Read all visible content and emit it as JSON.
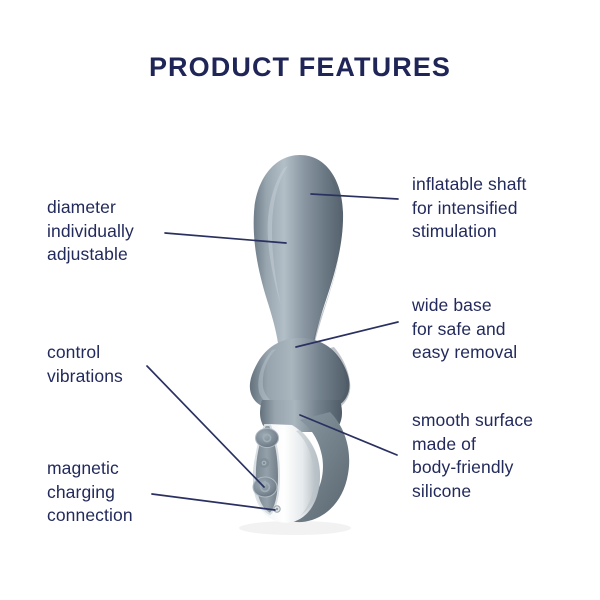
{
  "page": {
    "title": "PRODUCT FEATURES",
    "background_color": "#ffffff",
    "text_color": "#222a5c",
    "title_color": "#1f2557",
    "leader_line_color": "#2a3160"
  },
  "product": {
    "name": "inflatable-anal-vibrator",
    "shaft_color": "#7f8e9b",
    "shaft_shadow_color": "#4e5a66",
    "shaft_highlight_color": "#b9c4cc",
    "handle_color": "#f4f6f7",
    "handle_shadow_color": "#9aa6ae",
    "button_panel_color": "#8d99a4",
    "button_color": "#7c8a96",
    "ring_color": "#7f8e9b"
  },
  "callouts": {
    "left": [
      {
        "id": "diameter-individually-adjustable",
        "lines": [
          "diameter",
          "individually",
          "adjustable"
        ]
      },
      {
        "id": "control-vibrations",
        "lines": [
          "control",
          "vibrations"
        ]
      },
      {
        "id": "magnetic-charging-connection",
        "lines": [
          "magnetic",
          "charging",
          "connection"
        ]
      }
    ],
    "right": [
      {
        "id": "inflatable-shaft-for-intensified-stimulation",
        "lines": [
          "inflatable shaft",
          "for intensified",
          "stimulation"
        ]
      },
      {
        "id": "wide-base-for-safe-and-easy-removal",
        "lines": [
          "wide base",
          "for safe and",
          "easy removal"
        ]
      },
      {
        "id": "smooth-surface-made-of-body-friendly-silicone",
        "lines": [
          "smooth surface",
          "made of",
          "body-friendly",
          "silicone"
        ]
      }
    ]
  }
}
